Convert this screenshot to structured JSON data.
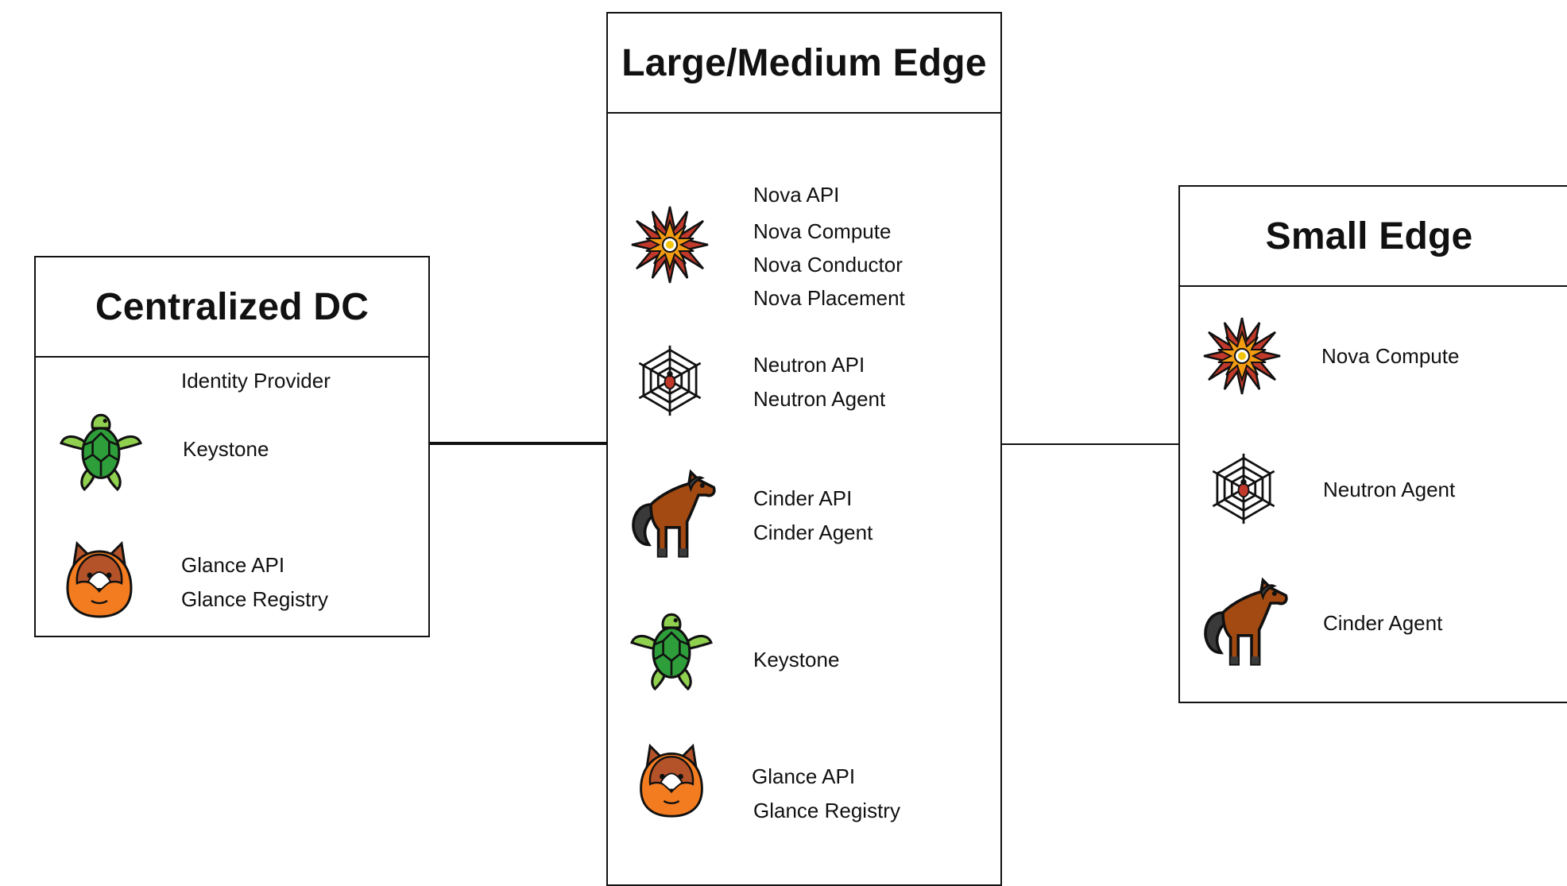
{
  "centralized": {
    "title": "Centralized DC",
    "groups": [
      {
        "icon": "turtle-icon",
        "items": [
          "Identity Provider",
          "Keystone"
        ]
      },
      {
        "icon": "chipmunk-icon",
        "items": [
          "Glance API",
          "Glance Registry"
        ]
      }
    ]
  },
  "large_edge": {
    "title": "Large/Medium Edge",
    "groups": [
      {
        "icon": "starburst-icon",
        "items": [
          "Nova API",
          "Nova Compute",
          "Nova Conductor",
          "Nova Placement"
        ]
      },
      {
        "icon": "spiderweb-icon",
        "items": [
          "Neutron API",
          "Neutron Agent"
        ]
      },
      {
        "icon": "horse-icon",
        "items": [
          "Cinder API",
          "Cinder Agent"
        ]
      },
      {
        "icon": "turtle-icon",
        "items": [
          "Keystone"
        ]
      },
      {
        "icon": "chipmunk-icon",
        "items": [
          "Glance API",
          "Glance Registry"
        ]
      }
    ]
  },
  "small_edge": {
    "title": "Small Edge",
    "groups": [
      {
        "icon": "starburst-icon",
        "items": [
          "Nova Compute"
        ]
      },
      {
        "icon": "spiderweb-icon",
        "items": [
          "Neutron Agent"
        ]
      },
      {
        "icon": "horse-icon",
        "items": [
          "Cinder Agent"
        ]
      }
    ]
  },
  "colors": {
    "border": "#111111",
    "starburst_outer": "#c0392b",
    "starburst_mid": "#f39c12",
    "starburst_core": "#f1c40f",
    "turtle_body": "#2e9e3a",
    "turtle_light": "#8fd14f",
    "chipmunk_body": "#b4532a",
    "chipmunk_belly": "#f47c20",
    "horse_body": "#a34a12",
    "horse_tail": "#3a3a3a"
  }
}
